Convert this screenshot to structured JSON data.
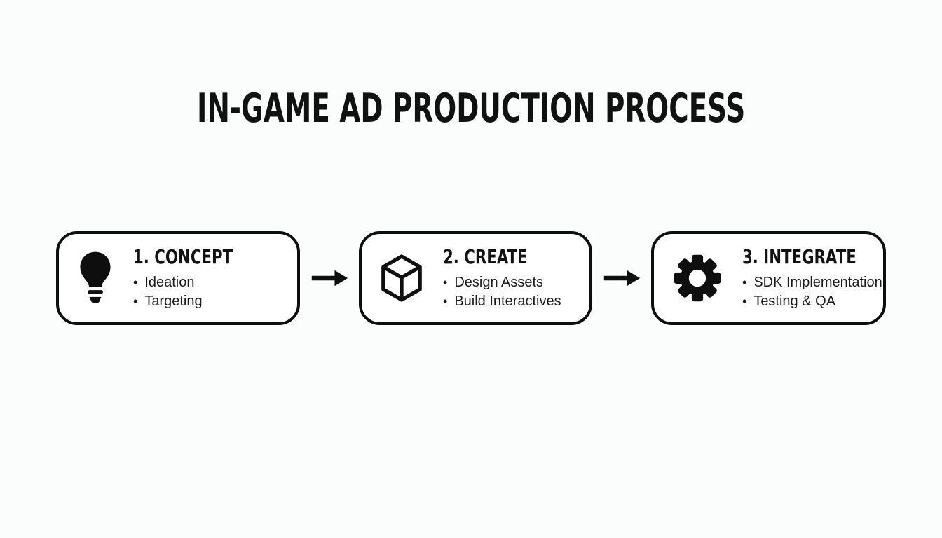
{
  "title": "IN-GAME AD PRODUCTION PROCESS",
  "colors": {
    "background": "#fbfdfd",
    "box_background": "#ffffff",
    "border": "#0e0e0e",
    "text": "#141414"
  },
  "stages": [
    {
      "icon": "lightbulb-icon",
      "heading": "1. CONCEPT",
      "bullet_char": "•",
      "bullets": [
        "Ideation",
        "Targeting"
      ]
    },
    {
      "icon": "cube-icon",
      "heading": "2. CREATE",
      "bullet_char": "•",
      "bullets": [
        "Design Assets",
        "Build Interactives"
      ]
    },
    {
      "icon": "gear-icon",
      "heading": "3. INTEGRATE",
      "bullet_char": "•",
      "bullets": [
        "SDK Implementation",
        "Testing & QA"
      ]
    }
  ],
  "connector": {
    "icon": "arrow-right-icon"
  }
}
